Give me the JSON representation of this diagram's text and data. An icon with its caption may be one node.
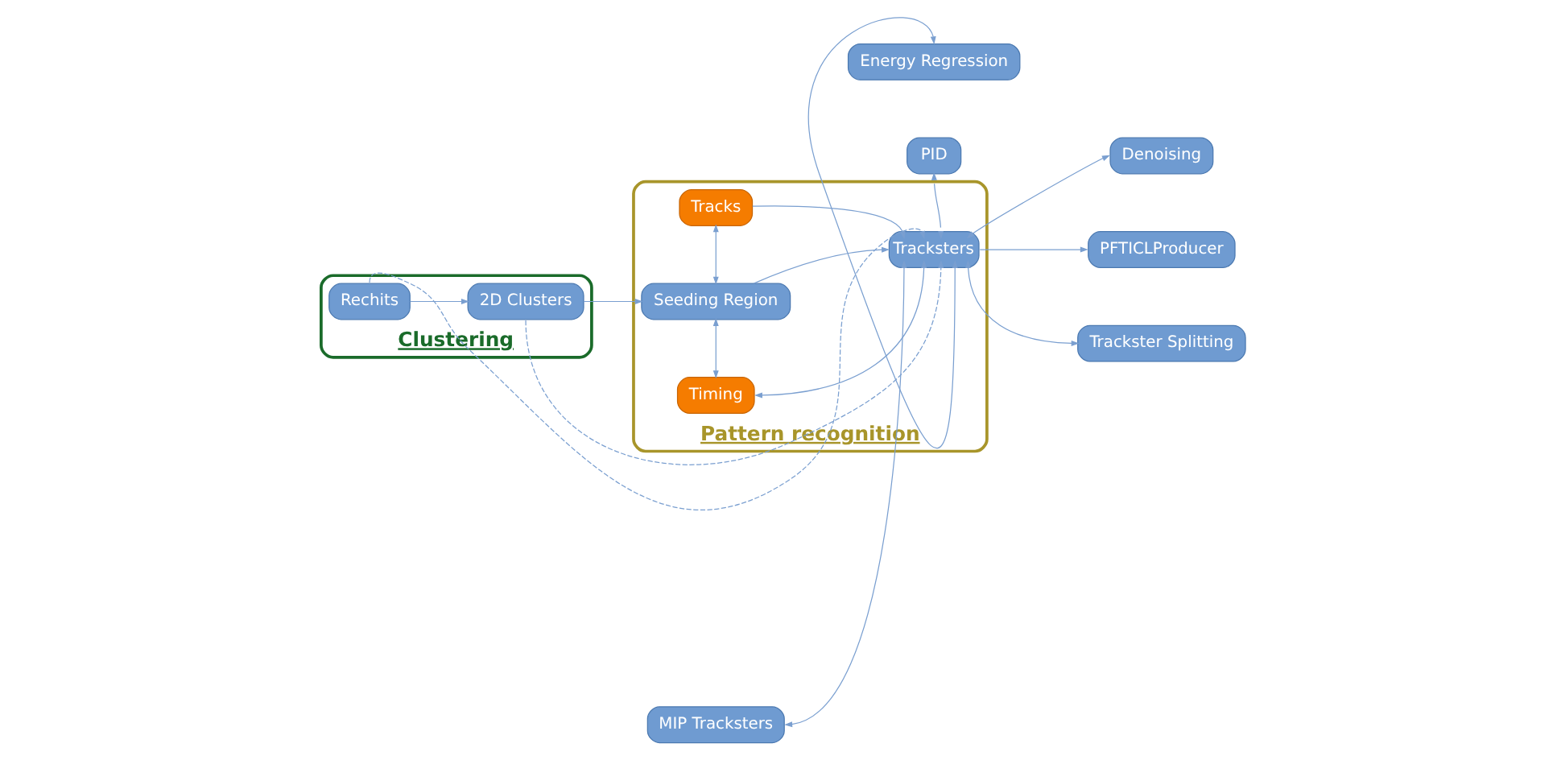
{
  "diagram": {
    "nodes": [
      {
        "text": [
          "Clustering"
        ]
      },
      {
        "text": [
          "Pattern recognition"
        ]
      },
      {
        "text": [
          "Tracks"
        ],
        "in": 1
      },
      {
        "text": [
          "PID"
        ]
      },
      {
        "text": [
          "Denoising"
        ]
      },
      {
        "text": [
          "Rechits"
        ],
        "in": 0
      },
      {
        "text": [
          "2D Clusters"
        ],
        "in": 0
      },
      {
        "text": [
          "Seeding Region"
        ],
        "in": 1
      },
      {
        "text": [
          "Tracksters"
        ],
        "in": 1
      },
      {
        "text": [
          "PFTICLProducer"
        ]
      },
      {
        "text": [
          "Timing"
        ],
        "in": 1
      },
      {
        "text": [
          "Energy Regression"
        ]
      },
      {
        "text": [
          "Trackster Splitting"
        ]
      },
      {
        "text": [
          "MIP Tracksters"
        ]
      }
    ],
    "edges": [
      {
        "from": 5,
        "to": 6,
        "arrow": "to"
      },
      {
        "from": 6,
        "to": 7,
        "arrow": "to"
      },
      {
        "from": 7,
        "to": 8,
        "arrow": "to"
      },
      {
        "from": 2,
        "to": 7,
        "arrow": "both"
      },
      {
        "from": 7,
        "to": 10,
        "arrow": "both"
      },
      {
        "from": 2,
        "to": 8,
        "arrow": "to"
      },
      {
        "from": 3,
        "to": 8,
        "arrow": "both"
      },
      {
        "from": 8,
        "to": 4,
        "arrow": "both"
      },
      {
        "from": 8,
        "to": 9,
        "arrow": "to"
      },
      {
        "from": 8,
        "to": 11,
        "arrow": "both"
      },
      {
        "from": 8,
        "to": 12,
        "arrow": "both"
      },
      {
        "from": 8,
        "to": 10,
        "arrow": "both"
      },
      {
        "from": 8,
        "to": 13,
        "arrow": "both"
      },
      {
        "from": 5,
        "to": 8,
        "arrow": "to",
        "style": "dashed"
      },
      {
        "from": 6,
        "to": 8,
        "arrow": "to",
        "style": "dashed"
      }
    ]
  }
}
